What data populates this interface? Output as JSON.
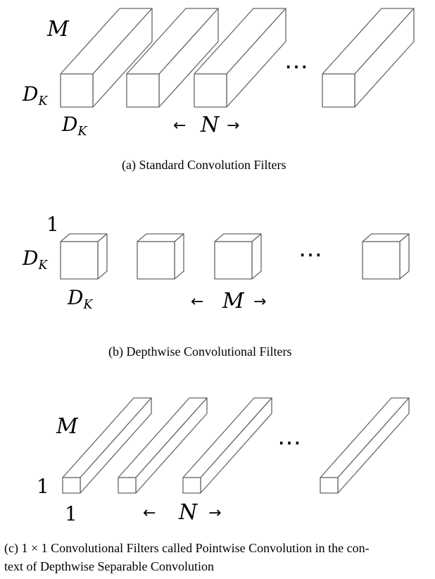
{
  "panel_a": {
    "depth_label": "M",
    "height_label_main": "D",
    "height_label_sub": "K",
    "width_label_main": "D",
    "width_label_sub": "K",
    "count_label": "N",
    "ellipsis": "⋯",
    "caption": "(a)  Standard Convolution Filters"
  },
  "panel_b": {
    "depth_label": "1",
    "height_label_main": "D",
    "height_label_sub": "K",
    "width_label_main": "D",
    "width_label_sub": "K",
    "count_label": "M",
    "ellipsis": "⋯",
    "caption": "(b)  Depthwise Convolutional Filters"
  },
  "panel_c": {
    "depth_label": "M",
    "height_label": "1",
    "width_label": "1",
    "count_label": "N",
    "ellipsis": "⋯",
    "caption_line1": "(c)  1 × 1 Convolutional Filters called Pointwise Convolution in the con-",
    "caption_line2": "text of Depthwise Separable Convolution"
  },
  "arrows": {
    "left": "←",
    "right": "→"
  }
}
